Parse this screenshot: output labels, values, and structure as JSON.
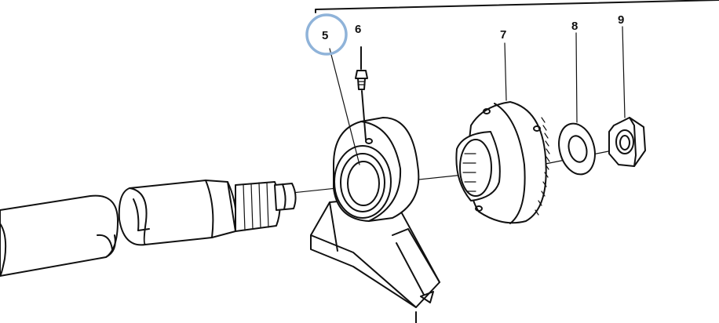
{
  "callouts": {
    "part_5": "5",
    "part_6": "6",
    "part_7": "7",
    "part_8": "8",
    "part_9": "9"
  },
  "highlight": {
    "part": "5",
    "ring_color": "#8fb3d9"
  },
  "colors": {
    "line": "#111111",
    "background": "#ffffff"
  }
}
